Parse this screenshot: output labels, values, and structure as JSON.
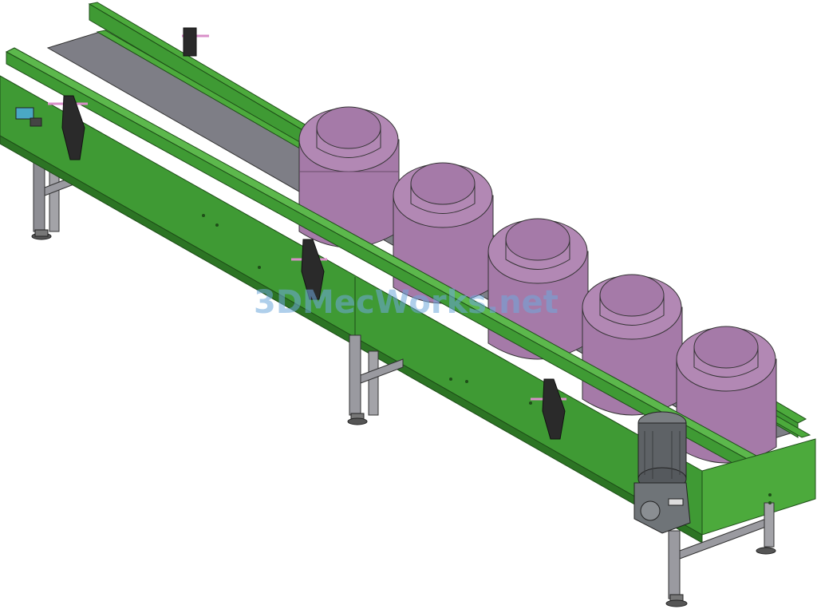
{
  "watermark": {
    "text": "3DMecWorks.net"
  },
  "colors": {
    "frame_green": "#3f9a34",
    "frame_green_dark": "#2c7424",
    "frame_green_light": "#5cb84c",
    "slat_gray": "#8a8a90",
    "slat_gray_dark": "#5c5c62",
    "leg_gray": "#9a9aa0",
    "barrel_purple": "#a87aa8",
    "barrel_purple_dark": "#8c5f8e",
    "motor_gray": "#6a6e72",
    "clamp_black": "#2a2a2a",
    "pin_pink": "#d98fc9"
  },
  "model": {
    "description_icons": [
      "conveyor-frame",
      "slat-chain",
      "support-legs",
      "guide-rail",
      "rail-clamps",
      "drive-motor",
      "gearbox",
      "barrels"
    ],
    "barrel_count": 5,
    "clamp_count": 4
  }
}
